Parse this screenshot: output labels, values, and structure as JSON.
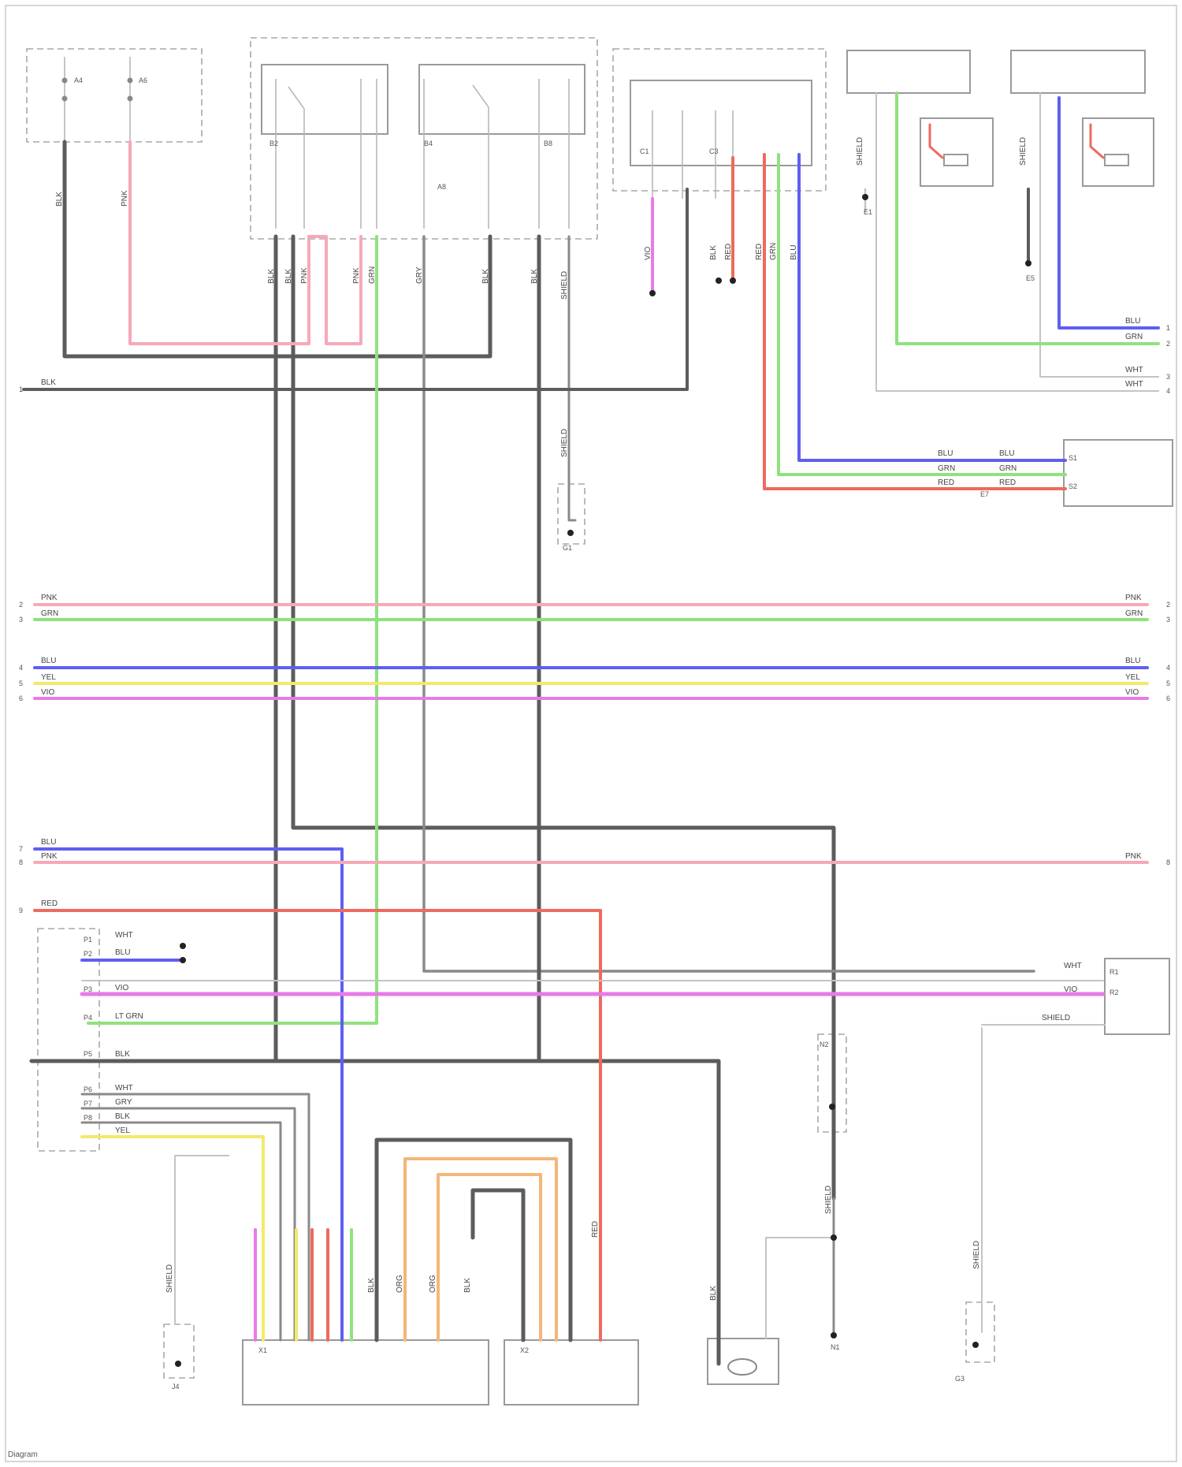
{
  "diagram": {
    "footer": "Diagram",
    "palette": {
      "pink": "#f7a8b8",
      "green": "#8fe27d",
      "blue": "#5f5ff0",
      "yellow": "#f2ea6a",
      "violet": "#e97ae9",
      "red": "#ee6a5e",
      "orange": "#f3b779",
      "dark_gray": "#5c5c5c",
      "gray": "#8a8a8a",
      "light_gray": "#c4c4c4"
    },
    "wire_codes": {
      "w_blu": "BLU",
      "w_grn": "GRN",
      "w_pnk": "PNK",
      "w_red": "RED",
      "w_yel": "YEL",
      "w_vio": "VIO",
      "w_blk": "BLK",
      "w_wht": "WHT",
      "w_org": "ORG",
      "w_gry": "GRY",
      "w_ltgrn": "LT GRN",
      "w_shield": "SHIELD"
    },
    "connector_ids": {
      "c_a4": "A4",
      "c_a6": "A6",
      "c_a8": "A8",
      "c_b2": "B2",
      "c_b4": "B4",
      "c_b8": "B8",
      "c_c1": "C1",
      "c_c3": "C3",
      "c_e1": "E1",
      "c_e5": "E5",
      "c_e7": "E7",
      "c_g1": "G1",
      "c_g3": "G3",
      "c_j4": "J4",
      "c_n1": "N1",
      "c_n2": "N2",
      "c_p1": "P1",
      "c_p2": "P2",
      "c_p3": "P3",
      "c_p4": "P4",
      "c_p5": "P5",
      "c_p6": "P6",
      "c_p7": "P7",
      "c_p8": "P8",
      "c_r1": "R1",
      "c_r2": "R2",
      "c_s1": "S1",
      "c_s2": "S2",
      "c_x1": "X1",
      "c_x2": "X2"
    },
    "edge_numbers": [
      "1",
      "2",
      "3",
      "4",
      "5",
      "6",
      "7",
      "8",
      "9"
    ]
  }
}
